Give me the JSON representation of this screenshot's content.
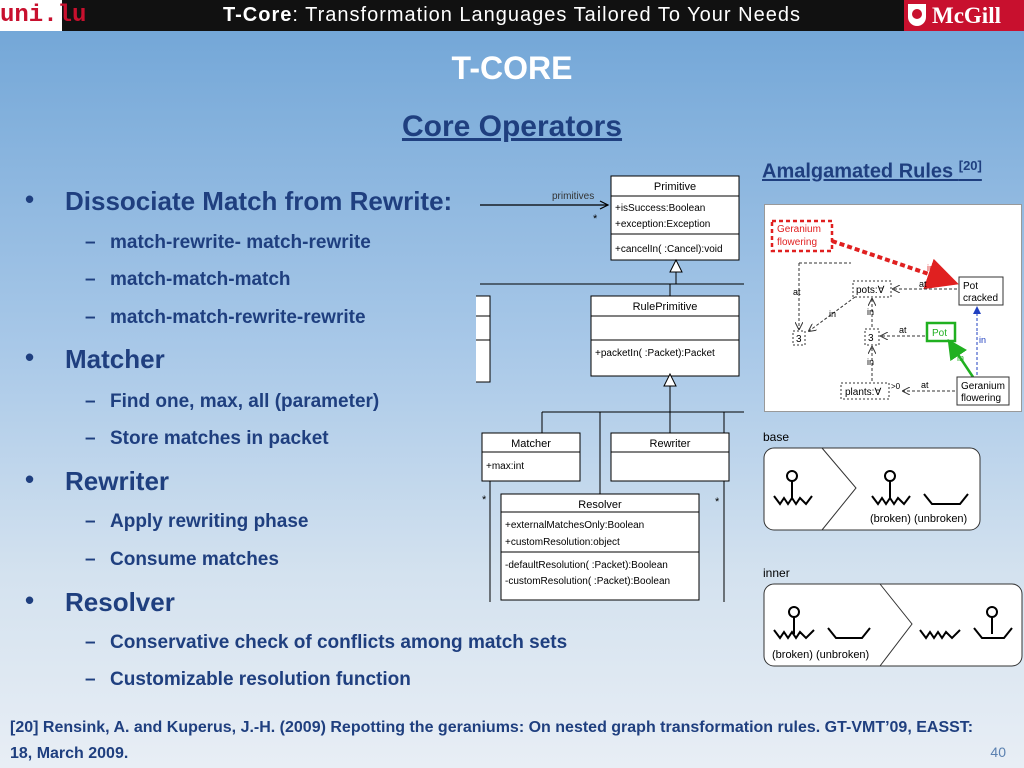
{
  "header": {
    "logo_left": "uni.lu",
    "title_bold": "T-Core",
    "title_rest": ": Transformation Languages Tailored To Your Needs",
    "logo_right": "McGill"
  },
  "slide": {
    "title": "T-CORE",
    "subtitle": "Core Operators"
  },
  "bullets": [
    {
      "text": "Dissociate Match from Rewrite:",
      "sub": [
        "match-rewrite- match-rewrite",
        "match-match-match",
        "match-match-rewrite-rewrite"
      ]
    },
    {
      "text": "Matcher",
      "sub": [
        "Find one, max, all (parameter)",
        "Store matches in packet"
      ]
    },
    {
      "text": "Rewriter",
      "sub": [
        "Apply rewriting phase",
        "Consume matches"
      ]
    },
    {
      "text": "Resolver",
      "sub": [
        "Conservative check of conflicts among match sets",
        "Customizable resolution function"
      ]
    }
  ],
  "bullet_glyph": "•",
  "dash_glyph": "–",
  "uml": {
    "primitives_label": "primitives",
    "star": "*",
    "primitive": {
      "name": "Primitive",
      "attrs": [
        "+isSuccess:Boolean",
        "+exception:Exception"
      ],
      "ops": [
        "+cancelIn( :Cancel):void"
      ]
    },
    "rule_primitive": {
      "name": "RulePrimitive",
      "ops": [
        "+packetIn( :Packet):Packet"
      ]
    },
    "matcher": {
      "name": "Matcher",
      "attrs": [
        "+max:int"
      ]
    },
    "rewriter": {
      "name": "Rewriter"
    },
    "resolver": {
      "name": "Resolver",
      "attrs": [
        "+externalMatchesOnly:Boolean",
        "+customResolution:object"
      ],
      "ops": [
        "-defaultResolution( :Packet):Boolean",
        "-customResolution( :Packet):Boolean"
      ]
    }
  },
  "amalgamated": {
    "title": "Amalgamated Rules ",
    "ref": "[20]",
    "diagram": {
      "geranium_flowering": [
        "Geranium",
        "flowering"
      ],
      "in": "in",
      "at": "at",
      "pots": "pots:∀",
      "pot_cracked": [
        "Pot",
        "cracked"
      ],
      "three": "3",
      "pot": "Pot",
      "plants": "plants:∀",
      "gt0": ">0",
      "geranium_flowering2": [
        "Geranium",
        "flowering"
      ]
    },
    "base_label": "base",
    "inner_label": "inner",
    "base_caption": "(broken) (unbroken)",
    "inner_caption": "(broken) (unbroken)"
  },
  "footnote": "[20] Rensink, A. and Kuperus, J.-H. (2009) Repotting the geraniums: On nested graph transformation rules. GT-VMT’09, EASST: 18, March 2009.",
  "page_number": "40",
  "colors": {
    "bullet_blue": "#1f3f7f",
    "red": "#e02020",
    "green": "#20b020",
    "mcgill_red": "#c8102e"
  }
}
